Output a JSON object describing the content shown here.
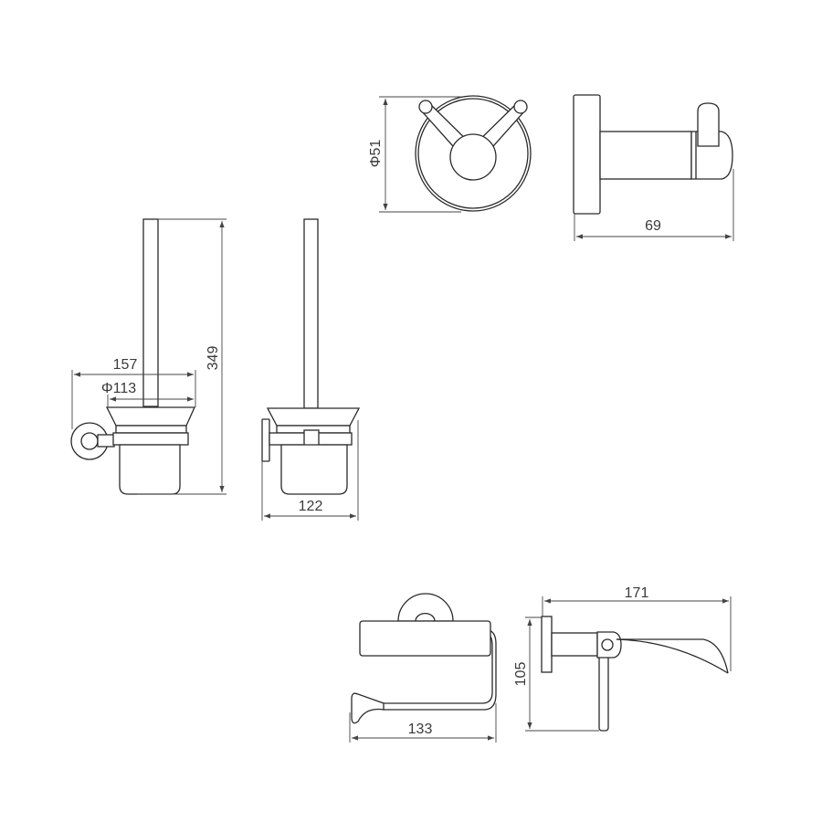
{
  "drawing": {
    "robe_hook": {
      "diameter_label": "Φ51",
      "depth_label": "69"
    },
    "toilet_brush_holder": {
      "width_label": "157",
      "cup_diameter_label": "Φ113",
      "height_label": "349",
      "depth_label": "122"
    },
    "paper_holder": {
      "width_label": "133",
      "height_label": "105",
      "depth_label": "171"
    }
  }
}
